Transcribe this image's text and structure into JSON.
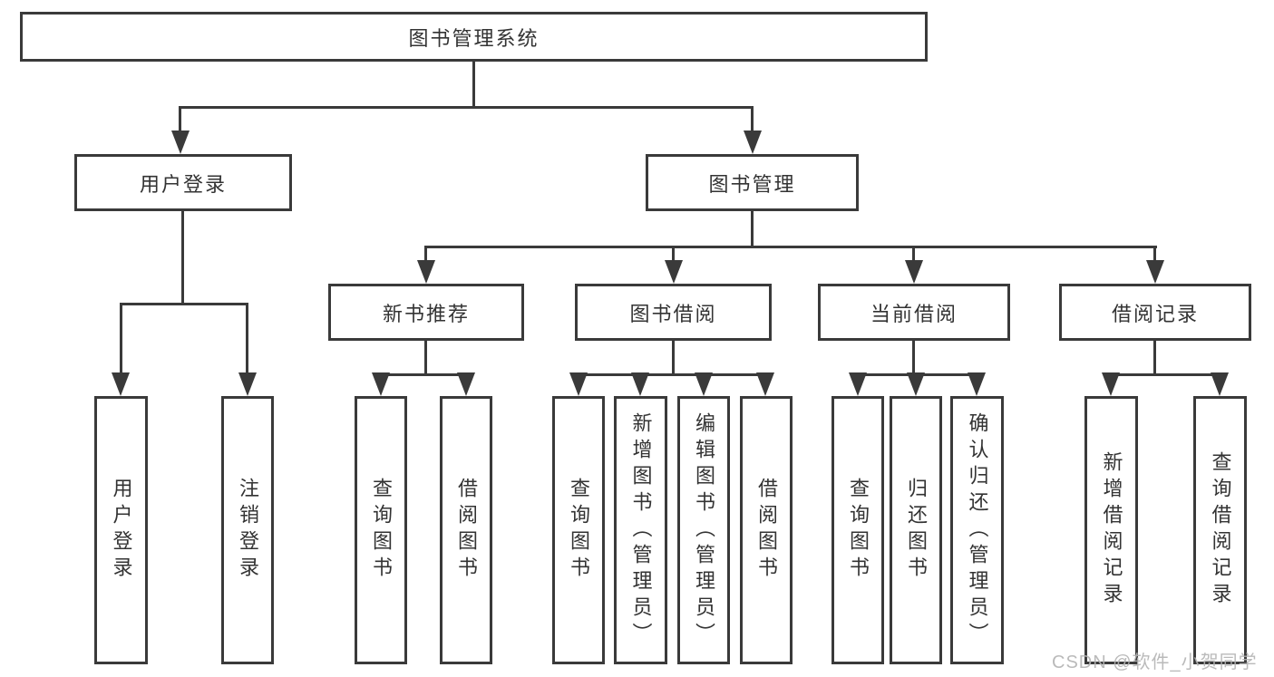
{
  "tree": {
    "root": "图书管理系统",
    "branches": [
      {
        "label": "用户登录",
        "children": [
          {
            "label": "用户登录"
          },
          {
            "label": "注销登录"
          }
        ]
      },
      {
        "label": "图书管理",
        "children": [
          {
            "label": "新书推荐",
            "children": [
              {
                "label": "查询图书"
              },
              {
                "label": "借阅图书"
              }
            ]
          },
          {
            "label": "图书借阅",
            "children": [
              {
                "label": "查询图书"
              },
              {
                "label": "新增图书（管理员）"
              },
              {
                "label": "编辑图书（管理员）"
              },
              {
                "label": "借阅图书"
              }
            ]
          },
          {
            "label": "当前借阅",
            "children": [
              {
                "label": "查询图书"
              },
              {
                "label": "归还图书"
              },
              {
                "label": "确认归还（管理员）"
              }
            ]
          },
          {
            "label": "借阅记录",
            "children": [
              {
                "label": "新增借阅记录"
              },
              {
                "label": "查询借阅记录"
              }
            ]
          }
        ]
      }
    ]
  },
  "watermark": {
    "text": "CSDN @软件_小贺同学"
  },
  "colors": {
    "line": "#3a3a3a",
    "text": "#333333",
    "watermark": "#b3b3b3",
    "background": "#ffffff"
  }
}
